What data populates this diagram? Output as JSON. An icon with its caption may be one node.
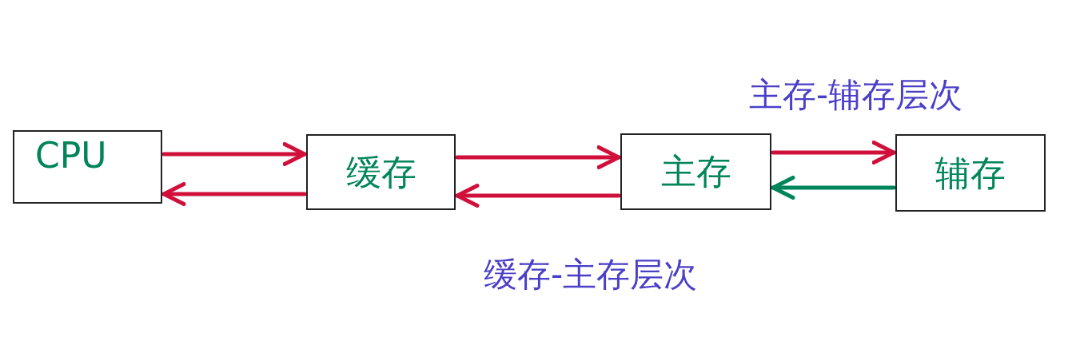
{
  "diagram": {
    "nodes": [
      {
        "text": [
          "CPU"
        ]
      },
      {
        "text": [
          "缓存"
        ]
      },
      {
        "text": [
          "主存"
        ]
      },
      {
        "text": [
          "辅存"
        ]
      }
    ],
    "edges": [
      {
        "from": 0,
        "to": 1,
        "arrow": "to"
      },
      {
        "from": 1,
        "to": 0,
        "arrow": "to"
      },
      {
        "from": 1,
        "to": 2,
        "arrow": "to"
      },
      {
        "from": 2,
        "to": 1,
        "arrow": "to"
      },
      {
        "from": 2,
        "to": 3,
        "arrow": "to"
      },
      {
        "from": 3,
        "to": 2,
        "arrow": "to",
        "color": "#00845a"
      }
    ],
    "labels": [
      "主存-辅存层次",
      "缓存-主存层次"
    ]
  }
}
